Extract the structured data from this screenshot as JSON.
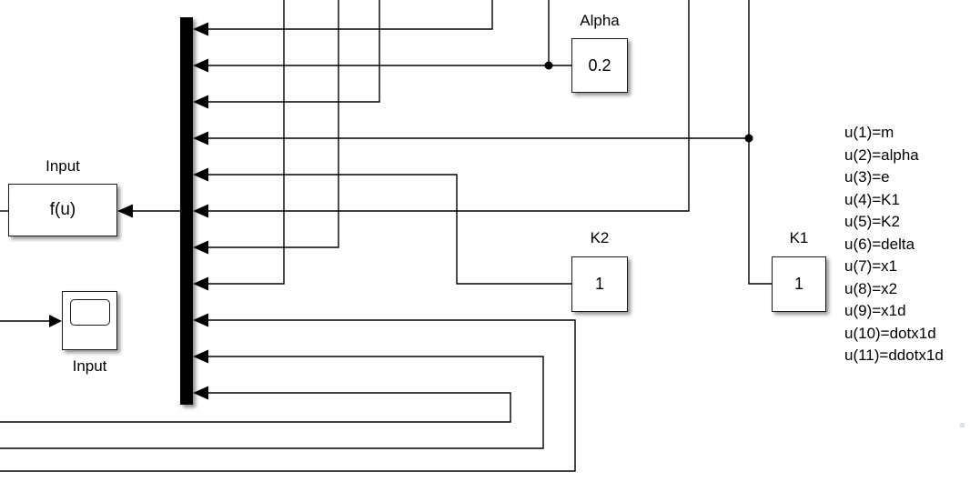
{
  "colors": {
    "line": "#000000",
    "block_fill": "#ffffff",
    "background": "#ffffff",
    "shadow": "rgba(0,0,0,0.42)",
    "artifact": "#cfe6f8"
  },
  "mux": {
    "input_count": 11
  },
  "blocks": {
    "fcn": {
      "name_label": "Input",
      "value": "f(u)"
    },
    "scope": {
      "name_label": "Input"
    },
    "alpha": {
      "name_label": "Alpha",
      "value": "0.2"
    },
    "k2": {
      "name_label": "K2",
      "value": "1"
    },
    "k1": {
      "name_label": "K1",
      "value": "1"
    }
  },
  "annotation": {
    "lines": [
      "u(1)=m",
      "u(2)=alpha",
      "u(3)=e",
      "u(4)=K1",
      "u(5)=K2",
      "u(6)=delta",
      "u(7)=x1",
      "u(8)=x2",
      "u(9)=x1d",
      "u(10)=dotx1d",
      "u(11)=ddotx1d"
    ]
  }
}
